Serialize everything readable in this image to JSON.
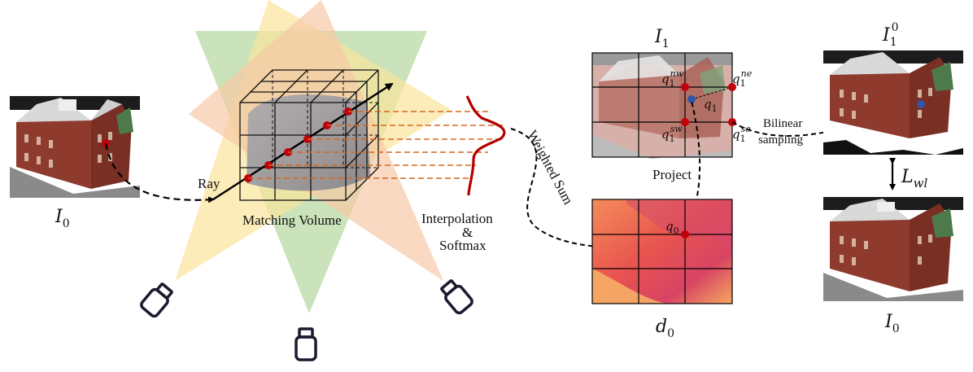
{
  "labels": {
    "ray": "Ray",
    "matching_volume": "Matching Volume",
    "interpolation": "Interpolation",
    "ampersand": "&",
    "softmax": "Softmax",
    "weighted_sum": "Weighted Sum",
    "project": "Project",
    "bilinear": "Bilinear",
    "sampling": "sampling"
  },
  "math": {
    "I0_left": {
      "base": "I",
      "sub": "0"
    },
    "I1": {
      "base": "I",
      "sub": "1"
    },
    "I1_0": {
      "base": "I",
      "sub": "1",
      "sup": "0"
    },
    "I0_right": {
      "base": "I",
      "sub": "0"
    },
    "d0": {
      "base": "d",
      "sub": "0"
    },
    "L_wl": {
      "base": "L",
      "sub": "wl"
    },
    "q_nw": {
      "base": "q",
      "sub": "1",
      "sup": "nw"
    },
    "q_ne": {
      "base": "q",
      "sub": "1",
      "sup": "ne"
    },
    "q_sw": {
      "base": "q",
      "sub": "1",
      "sup": "sw"
    },
    "q_se": {
      "base": "q",
      "sub": "1",
      "sup": "se"
    },
    "q1": {
      "base": "q",
      "sub": "1"
    },
    "q0": {
      "base": "q",
      "sub": "0"
    }
  },
  "colors": {
    "red_point": "#c0000a",
    "blue_point": "#2f55a8",
    "curve": "#b30000",
    "dash_orange": "#d2691e",
    "frustum_green": "#b8d9a3",
    "frustum_yellow": "#fbe49c",
    "frustum_orange": "#f7c9a6",
    "depth_map": "#e8564f",
    "building_brick": "#8e3a2c",
    "roof": "#d9d9d9"
  },
  "icons": [
    "camera-icon-left",
    "camera-icon-bottom",
    "camera-icon-right"
  ]
}
